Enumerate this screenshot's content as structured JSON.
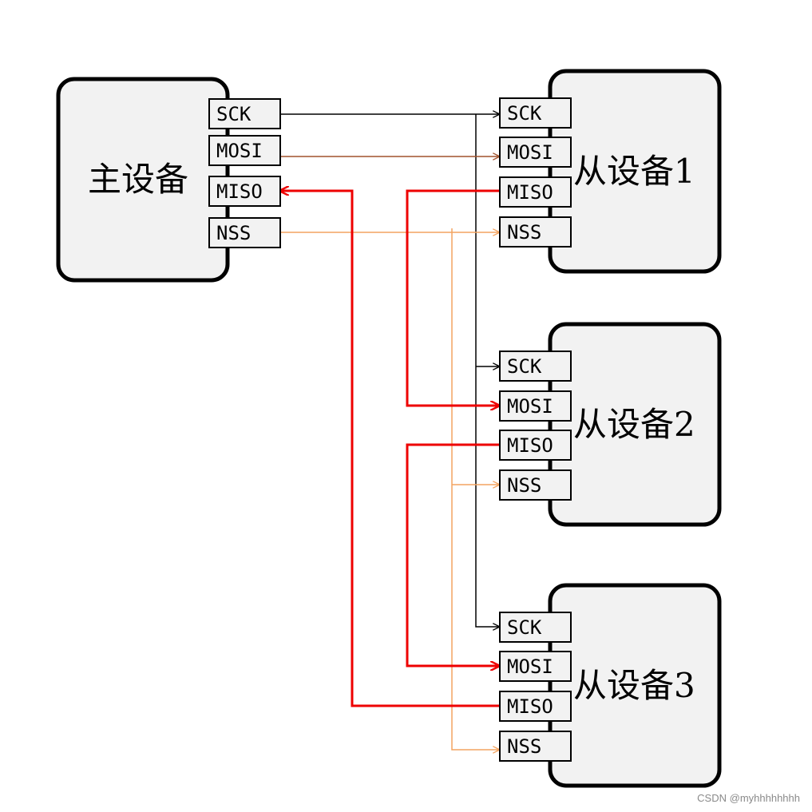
{
  "master": {
    "label": "主设备",
    "pins": [
      "SCK",
      "MOSI",
      "MISO",
      "NSS"
    ]
  },
  "slaves": [
    {
      "label": "从设备1",
      "pins": [
        "SCK",
        "MOSI",
        "MISO",
        "NSS"
      ]
    },
    {
      "label": "从设备2",
      "pins": [
        "SCK",
        "MOSI",
        "MISO",
        "NSS"
      ]
    },
    {
      "label": "从设备3",
      "pins": [
        "SCK",
        "MOSI",
        "MISO",
        "NSS"
      ]
    }
  ],
  "colors": {
    "sck": "#000000",
    "mosi_master": "#a0522d",
    "miso": "#ee0000",
    "nss": "#f4a460",
    "box_fill": "#f2f2f2",
    "pin_fill": "#f2f2f2"
  },
  "watermark": "CSDN @myhhhhhhhh"
}
